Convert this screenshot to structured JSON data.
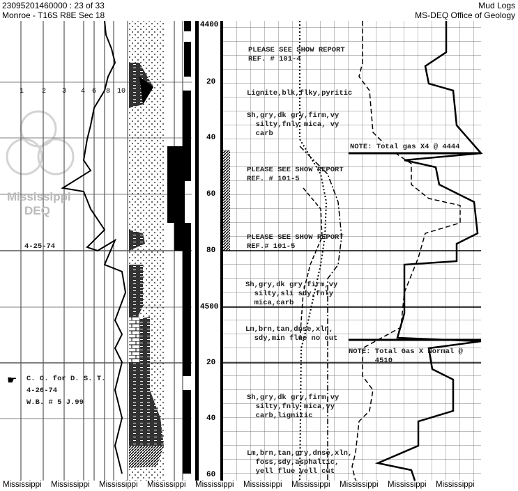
{
  "header": {
    "id_page": "23095201460000 : 23 of 33",
    "location": "Monroe - T16S R8E Sec 18",
    "doc_type": "Mud Logs",
    "office": "MS-DEQ Office of Geology"
  },
  "watermark": {
    "line1": "Mississippi",
    "line2": "DEQ"
  },
  "left_track": {
    "scale": [
      "1",
      "2",
      "3",
      "4",
      "6",
      "8",
      "10"
    ],
    "date1": "4-25-74",
    "note": [
      "C. O. for D. S. T.",
      "4-26-74",
      "W.B. # 5 J.99"
    ]
  },
  "depths": [
    "4400",
    "20",
    "40",
    "60",
    "80",
    "4500",
    "20",
    "40",
    "60"
  ],
  "descriptions": [
    "PLEASE SEE SHOW REPORT\nREF. # 101-4",
    "Lignite,blk,flky,pyritic",
    "Sh,gry,dk gry,firm,vy\n  silty,fnly mica, vy\n  carb",
    "PLEASE SEE SHOW REPORT\nREF. # 101-5",
    "PLEASE SEE SHOW REPORT\nREF.# 101-5",
    "Sh,gry,dk gry,firm,vy\n  silty,sli sdy,fnly\n  mica,carb",
    "Lm,brn,tan,dnse,xln,\n  sdy,min flue no cut",
    "Sh,gry,dk gry,firm,vy\n  silty,fnly mica,vy\n  carb,lignitic",
    "Lm,brn,tan,gry,dnse,xln,\n  foss,sdy,asphaltic,\n  yell flue yell cut"
  ],
  "notes": [
    "NOTE: Total gas X4 @ 4444",
    "NOTE: Total Gas X Normal @\n      4510"
  ],
  "footer": [
    "Mississippi",
    "Mississippi",
    "Mississippi",
    "Mississippi",
    "Mississippi",
    "Mississippi",
    "Mississippi",
    "Mississippi",
    "Mississippi",
    "Mississippi"
  ]
}
